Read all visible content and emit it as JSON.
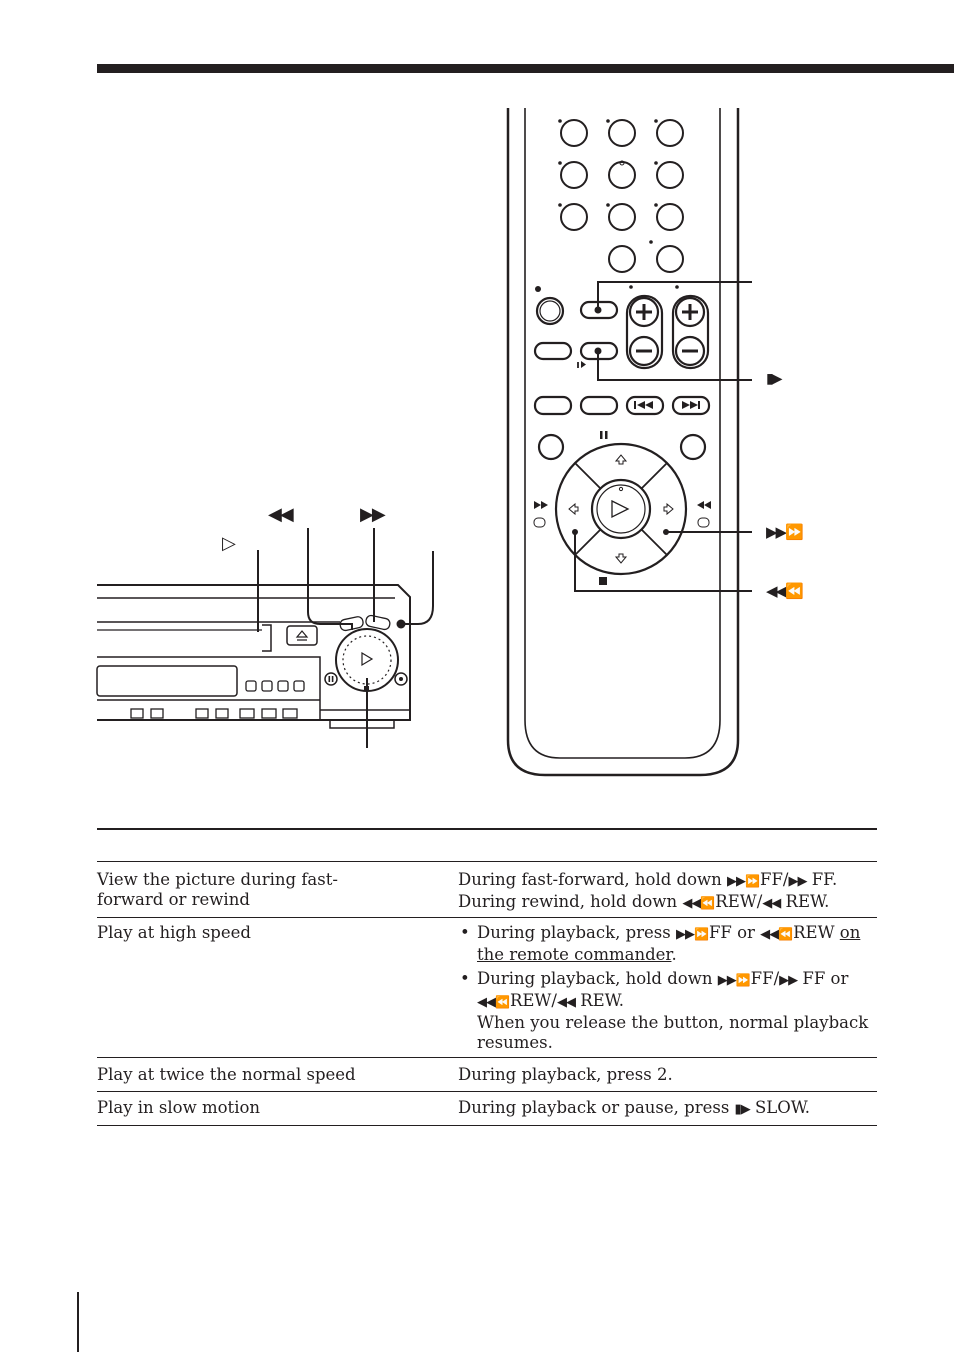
{
  "labels": {
    "vcr_play_symbol": "▷",
    "vcr_rew_symbol": "◀◀",
    "vcr_ff_symbol": "▶▶",
    "remote_slow_symbol": "▮▶",
    "remote_ff_symbol": "▶▶⏩",
    "remote_rew_symbol": "◀◀⏪",
    "remote_pause_symbol": "❚❚"
  },
  "table": {
    "rows": [
      {
        "operation": "View the picture during fast-forward or rewind",
        "segments": [
          {
            "t": "During fast-forward, hold down "
          },
          {
            "t": "▶▶",
            "g": true
          },
          {
            "t": "⏩",
            "gi": true
          },
          {
            "t": "FF/"
          },
          {
            "t": "▶▶",
            "g": true
          },
          {
            "t": " FF.  During rewind, hold down "
          },
          {
            "t": "◀◀",
            "g": true
          },
          {
            "t": "⏪",
            "gi": true
          },
          {
            "t": "REW/"
          },
          {
            "t": "◀◀",
            "g": true
          },
          {
            "t": " REW."
          }
        ]
      },
      {
        "operation": "Play at high speed",
        "bullets": [
          [
            {
              "t": "During playback, press "
            },
            {
              "t": "▶▶",
              "g": true
            },
            {
              "t": "⏩",
              "gi": true
            },
            {
              "t": "FF or "
            },
            {
              "t": "◀◀",
              "g": true
            },
            {
              "t": "⏪",
              "gi": true
            },
            {
              "t": "REW "
            },
            {
              "t": "on the remote commander",
              "u": true
            },
            {
              "t": "."
            }
          ],
          [
            {
              "t": "During playback, hold down "
            },
            {
              "t": "▶▶",
              "g": true
            },
            {
              "t": "⏩",
              "gi": true
            },
            {
              "t": "FF/"
            },
            {
              "t": "▶▶",
              "g": true
            },
            {
              "t": " FF or "
            },
            {
              "t": "◀◀",
              "g": true
            },
            {
              "t": "⏪",
              "gi": true
            },
            {
              "t": "REW/"
            },
            {
              "t": "◀◀",
              "g": true
            },
            {
              "t": " REW."
            },
            {
              "br": true
            },
            {
              "t": "When you release the button, normal playback resumes."
            }
          ]
        ]
      },
      {
        "operation": "Play at twice the normal speed",
        "segments": [
          {
            "t": "During playback, press   2."
          }
        ]
      },
      {
        "operation": "Play in slow motion",
        "segments": [
          {
            "t": "During playback or pause, press "
          },
          {
            "t": "▮▶",
            "g": true
          },
          {
            "t": " SLOW."
          }
        ]
      }
    ]
  }
}
